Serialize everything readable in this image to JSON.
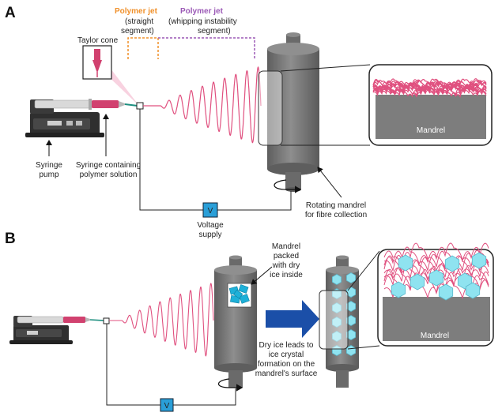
{
  "panels": {
    "a": "A",
    "b": "B"
  },
  "colors": {
    "jet": "#e0507f",
    "orange": "#f0902a",
    "purple": "#9b59b6",
    "mandrel": "#808080",
    "mandrel_dark": "#6a6a6a",
    "pump": "#2f2f2f",
    "voltage": "#2a9fd8",
    "ice": "#8fe3f0",
    "arrow_blue": "#1b4fa8"
  },
  "panel_a": {
    "straight_title": "Polymer jet",
    "straight_sub": [
      "(straight",
      "segment)"
    ],
    "whip_title": "Polymer jet",
    "whip_sub": [
      "(whipping instability",
      "segment)"
    ],
    "taylor_cone": "Taylor cone",
    "syringe_pump": [
      "Syringe",
      "pump"
    ],
    "syringe_containing": [
      "Syringe containing",
      "polymer solution"
    ],
    "voltage": [
      "Voltage",
      "supply"
    ],
    "rotating_mandrel": [
      "Rotating mandrel",
      "for fibre collection"
    ],
    "mandrel_inset": "Mandrel",
    "v_symbol": "V"
  },
  "panel_b": {
    "mandrel_packed": [
      "Mandrel",
      "packed",
      "with dry",
      "ice inside"
    ],
    "dry_ice": [
      "Dry ice leads to",
      "ice crystal",
      "formation on the",
      "mandrel's surface"
    ],
    "mandrel_inset": "Mandrel",
    "v_symbol": "V"
  }
}
